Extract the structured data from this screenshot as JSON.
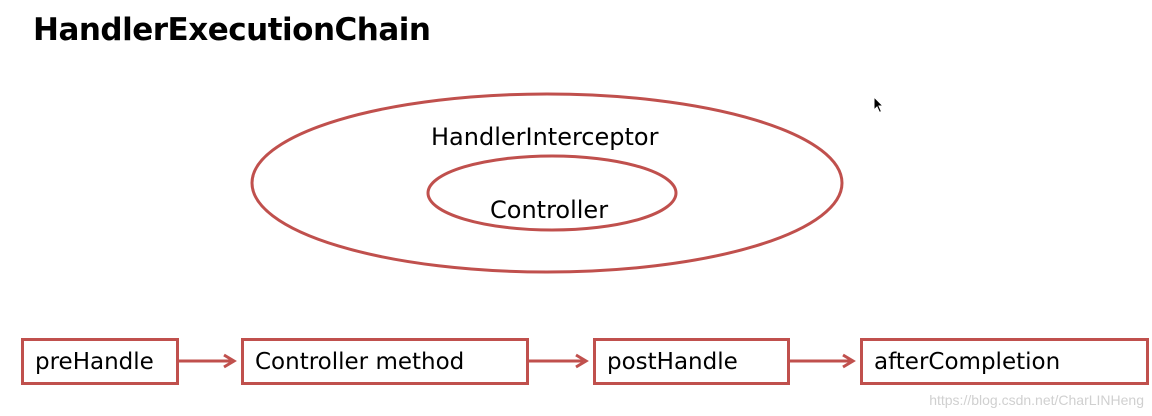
{
  "title": "HandlerExecutionChain",
  "ellipses": {
    "outer_label": "HandlerInterceptor",
    "inner_label": "Controller"
  },
  "flow": {
    "steps": [
      "preHandle",
      "Controller method",
      "postHandle",
      "afterCompletion"
    ]
  },
  "colors": {
    "accent": "#c0504d"
  },
  "watermark": "https://blog.csdn.net/CharLINHeng",
  "icons": {
    "cursor": "mouse-pointer-icon"
  }
}
